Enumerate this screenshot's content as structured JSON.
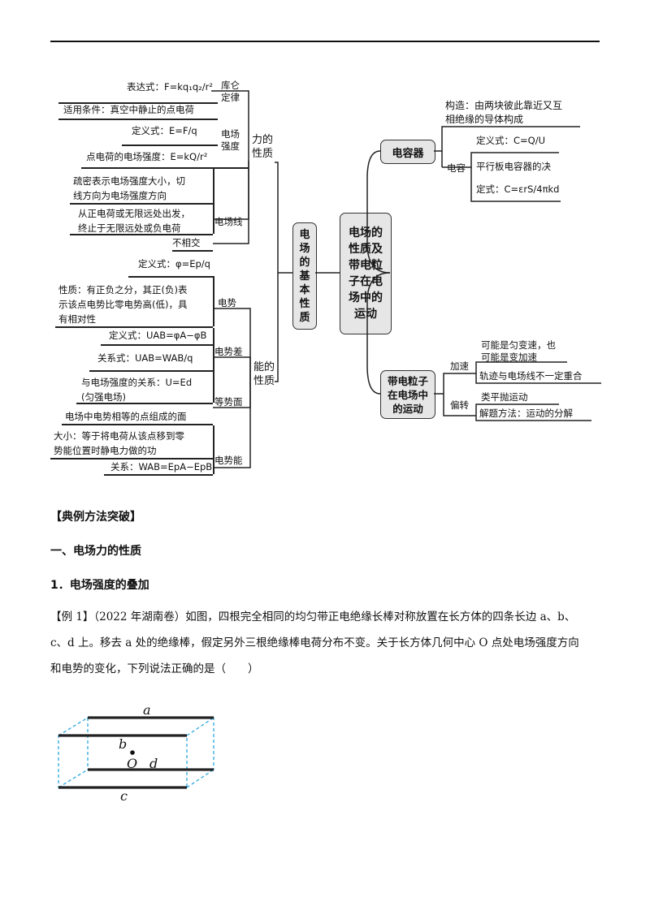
{
  "mindmap": {
    "center": [
      "电场的",
      "性质及",
      "带电粒",
      "子在电",
      "场中的",
      "运动"
    ],
    "left_main": [
      "电",
      "场",
      "的",
      "基",
      "本",
      "性",
      "质"
    ],
    "force": {
      "label": [
        "力的",
        "性质"
      ],
      "coulomb_label": [
        "库仑",
        "定律"
      ],
      "coulomb_expr": "表达式：F=kq₁q₂/r²",
      "coulomb_cond": "适用条件：真空中静止的点电荷",
      "intensity_label": [
        "电场",
        "强度"
      ],
      "intensity_def": "定义式：E=F/q",
      "intensity_point": "点电荷的电场强度：E=kQ/r²",
      "lines_label": "电场线",
      "lines_1": [
        "疏密表示电场强度大小，切",
        "线方向为电场强度方向"
      ],
      "lines_2": [
        "从正电荷或无限远处出发，",
        "终止于无限远处或负电荷"
      ],
      "lines_3": "不相交"
    },
    "energy": {
      "label": [
        "能的",
        "性质"
      ],
      "potential_label": "电势",
      "potential_def": "定义式：φ=Ep/q",
      "potential_nature": [
        "性质：有正负之分，其正(负)表",
        "示该点电势比零电势高(低)，具",
        "有相对性"
      ],
      "diff_label": "电势差",
      "diff_def": "定义式：UAB=φA−φB",
      "diff_rel": "关系式：UAB=WAB/q",
      "diff_field": [
        "与电场强度的关系：U=Ed",
        "(匀强电场)"
      ],
      "equi_label": "等势面",
      "equi_def": "电场中电势相等的点组成的面",
      "pe_label": "电势能",
      "pe_size": [
        "大小：等于将电荷从该点移到零",
        "势能位置时静电力做的功"
      ],
      "pe_rel": "关系：WAB=EpA−EpB"
    },
    "capacitor": {
      "label": "电容器",
      "structure": [
        "构造：由两块彼此靠近又互",
        "相绝缘的导体构成"
      ],
      "cap_label": "电容",
      "cap_def": "定义式：C=Q/U",
      "cap_plate_title": "平行板电容器的决",
      "cap_plate": "定式：C=εrS/4πkd"
    },
    "particle": {
      "label": [
        "带电粒子",
        "在电场中",
        "的运动"
      ],
      "accel_label": "加速",
      "accel_1": [
        "可能是匀变速，也",
        "可能是变加速"
      ],
      "accel_2": "轨迹与电场线不一定重合",
      "deflect_label": "偏转",
      "deflect_1": "类平抛运动",
      "deflect_2": "解题方法：运动的分解"
    }
  },
  "section": {
    "title": "【典例方法突破】",
    "sub1": "一、电场力的性质",
    "sub2": "1．电场强度的叠加",
    "example_line1": "【例 1】（2022 年湖南卷）如图，四根完全相同的均匀带正电绝缘长棒对称放置在长方体的四条长边 a、b、",
    "example_line2": "c、d 上。移去 a 处的绝缘棒，假定另外三根绝缘棒电荷分布不变。关于长方体几何中心 O 点处电场强度方向",
    "example_line3": "和电势的变化，下列说法正确的是（　　）"
  },
  "figure": {
    "label_a": "a",
    "label_b": "b",
    "label_c": "c",
    "label_d": "d",
    "label_O": "O",
    "edge_color": "#29a8e0"
  }
}
